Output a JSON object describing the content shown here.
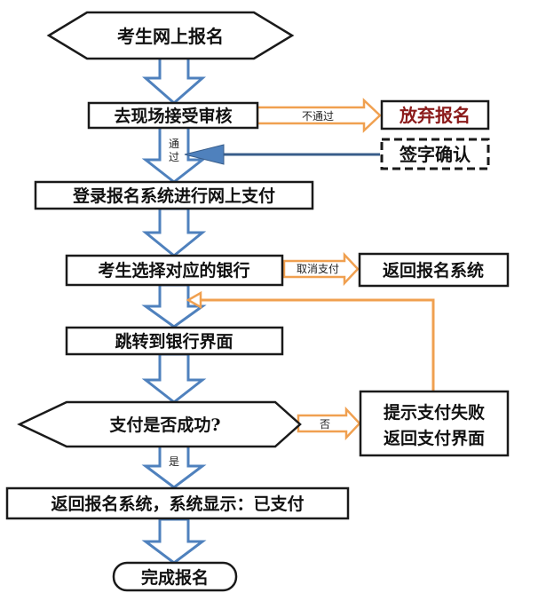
{
  "nodes": {
    "start": "考生网上报名",
    "review": "去现场接受审核",
    "abandon": "放弃报名",
    "sign": "签字确认",
    "login_pay": "登录报名系统进行网上支付",
    "choose_bank": "考生选择对应的银行",
    "return_system": "返回报名系统",
    "jump_bank": "跳转到银行界面",
    "pay_success": "支付是否成功?",
    "fail_line1": "提示支付失败",
    "fail_line2": "返回支付界面",
    "return_paid": "返回报名系统，系统显示：已支付",
    "finish": "完成报名"
  },
  "edges": {
    "not_pass": "不通过",
    "pass_1": "通",
    "pass_2": "过",
    "cancel_pay": "取消支付",
    "no": "否",
    "yes": "是"
  },
  "colors": {
    "box_border": "#1a1a1a",
    "blue_arrow": "#4f81bd",
    "blue_arrow_dark": "#385d8a",
    "orange_arrow": "#f0a050",
    "abandon_text": "#8b1a1a"
  }
}
